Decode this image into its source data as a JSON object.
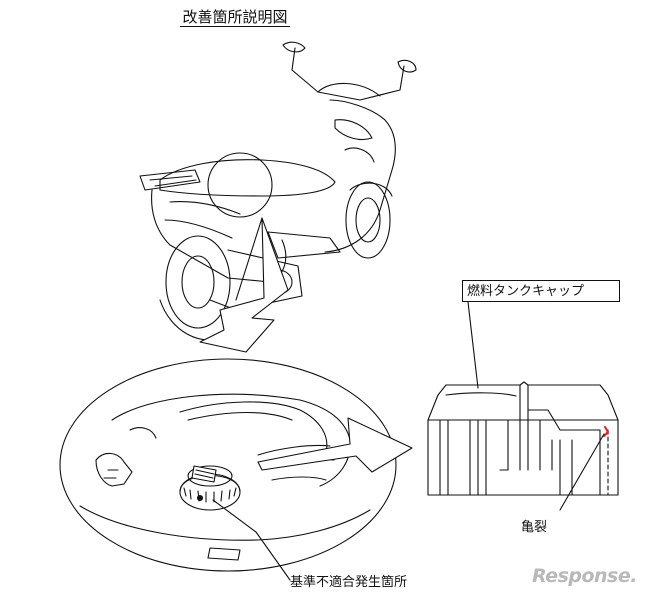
{
  "title": "改善箇所説明図",
  "labels": {
    "fuel_cap": "燃料タンクキャップ",
    "crack": "亀裂",
    "nonconformity_location": "基準不適合発生箇所"
  },
  "watermark": "Response.",
  "colors": {
    "line": "#111111",
    "crack_marker": "#e0201b",
    "watermark": "#b9b9b9"
  }
}
